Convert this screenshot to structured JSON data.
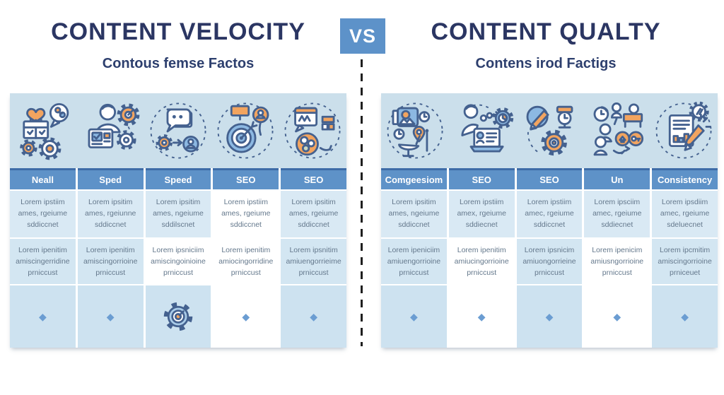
{
  "header": {
    "left_title": "CONTENT VELOCITY",
    "left_subtitle": "Contous femse Factos",
    "vs_label": "VS",
    "right_title": "CONTENT QUALTY",
    "right_subtitle": "Contens irod Factigs"
  },
  "glyphs": {
    "diamond": "◆"
  },
  "colors": {
    "title_navy": "#2b3663",
    "header_band": "#5e92c8",
    "header_band_top": "#3e6ca7",
    "icon_band": "#cbdfeb",
    "cell_blue": "#d9e9f4",
    "cell_white": "#ffffff",
    "diamond_blue": "#6b9dd2",
    "vs_badge": "#5d92c9",
    "accent_orange": "#f2a45f",
    "accent_blue": "#8cb8e2"
  },
  "left_table": {
    "columns": [
      {
        "header": "Neall",
        "icon": "calendar-heart-gears",
        "row1": "Lorem ipstiim ames, rgeiume sddiccnet",
        "row2": "Lorem ipenitim amiscingerridine prniccust",
        "footer": "diamond"
      },
      {
        "header": "Sped",
        "icon": "person-id-card-gears",
        "row1": "Lorem ipsitim ames, rgeiunne sddiccnet",
        "row2": "Lorem ipenitim amiscingorrioine prniccust",
        "footer": "diamond"
      },
      {
        "header": "Speed",
        "icon": "chat-workflow",
        "row1": "Lorem ipsitim ames, ngeiume sddilscnet",
        "row2": "Lorem ipsniciim amiscingoinioine prniccust",
        "footer": "gear"
      },
      {
        "header": "SEO",
        "icon": "target-dart",
        "row1": "Lorem ipstiim ames, rgeiume sddiccnet",
        "row2": "Lorem ipenitim amiocingorridine prniccust",
        "footer": "diamond"
      },
      {
        "header": "SEO",
        "icon": "analytics-blocks",
        "row1": "Lorem ipsitim ames, rgeiume sddiccnet",
        "row2": "Lorem ipsnitim amiuengorrieime prniccust",
        "footer": "diamond"
      }
    ]
  },
  "right_table": {
    "columns": [
      {
        "header": "Comgeesiom",
        "icon": "media-location-clock",
        "row1": "Lorem ipsitim ames, ngeiume sddiccnet",
        "row2": "Lorem ipeniciim amiuengorrioine prniccust",
        "footer": "diamond"
      },
      {
        "header": "SEO",
        "icon": "person-laptop-gear",
        "row1": "Lorem ipstiim amex, rgeiume sddiecnet",
        "row2": "Lorem ipenitim amiucingorrioine prniccust",
        "footer": "diamond"
      },
      {
        "header": "SEO",
        "icon": "pie-clock-gear",
        "row1": "Lorem ipstiim amec, rgeiume sddiccnet",
        "row2": "Lorem ipsnicim amiuongorrieine prniccust",
        "footer": "diamond"
      },
      {
        "header": "Un",
        "icon": "team-collaboration",
        "row1": "Lorem ipsciim amec, rgeiume sddiecnet",
        "row2": "Lorem ipenicim amiusngorrioine prniccust",
        "footer": "diamond"
      },
      {
        "header": "Consistency",
        "icon": "document-pencil-badge",
        "row1": "Lorem ipsdiim amec, rgeiume sdeluecnet",
        "row2": "Lorem ipcmitim amiscingorrioine prniceuet",
        "footer": "diamond"
      }
    ]
  }
}
